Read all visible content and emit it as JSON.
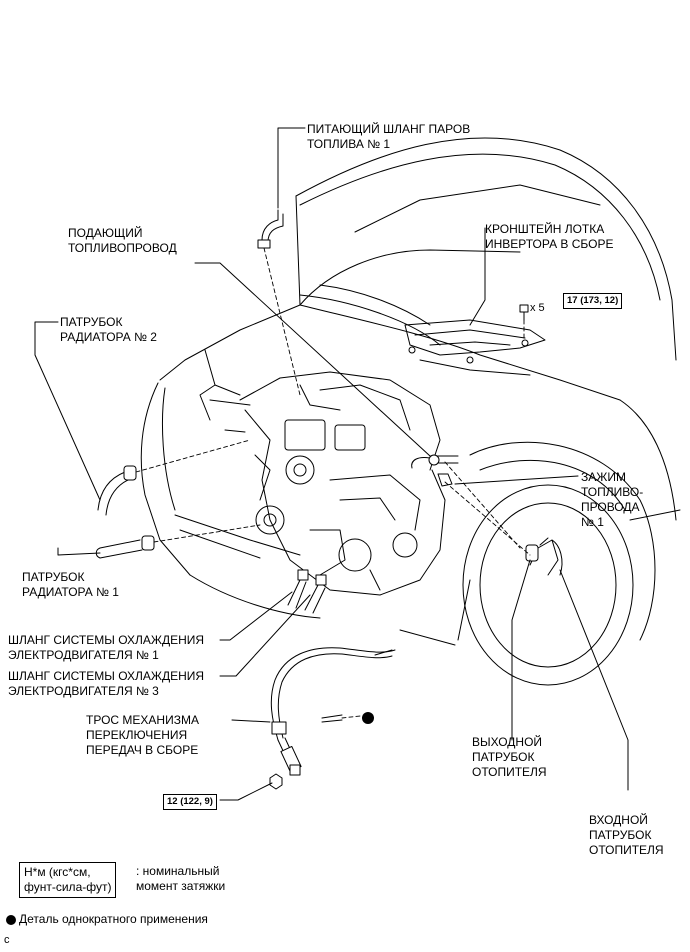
{
  "labels": {
    "fuel_vapor_hose": "ПИТАЮЩИЙ ШЛАНГ ПАРОВ\nТОПЛИВА № 1",
    "fuel_supply_pipe": "ПОДАЮЩИЙ\nТОПЛИВОПРОВОД",
    "inverter_bracket": "КРОНШТЕЙН ЛОТКА\nИНВЕРТОРА В СБОРЕ",
    "radiator_hose_2": "ПАТРУБОК\nРАДИАТОРА № 2",
    "fuel_pipe_clamp": "ЗАЖИМ\nТОПЛИВО-\nПРОВОДА\n№ 1",
    "radiator_hose_1": "ПАТРУБОК\nРАДИАТОРА № 1",
    "motor_cooling_hose_1": "ШЛАНГ СИСТЕМЫ ОХЛАЖДЕНИЯ\nЭЛЕКТРОДВИГАТЕЛЯ № 1",
    "motor_cooling_hose_3": "ШЛАНГ СИСТЕМЫ ОХЛАЖДЕНИЯ\nЭЛЕКТРОДВИГАТЕЛЯ № 3",
    "shift_cable": "ТРОС МЕХАНИЗМА\nПЕРЕКЛЮЧЕНИЯ\nПЕРЕДАЧ В СБОРЕ",
    "heater_outlet_hose": "ВЫХОДНОЙ\nПАТРУБОК\nОТОПИТЕЛЯ",
    "heater_inlet_hose": "ВХОДНОЙ\nПАТРУБОК\nОТОПИТЕЛЯ"
  },
  "torques": {
    "bracket_torque": "17 (173, 12)",
    "bracket_qty": "x 5",
    "cable_torque": "12 (122, 9)"
  },
  "legend": {
    "unit_box": "Н*м (кгс*см,\nфунт-сила-фут)",
    "unit_desc": ": номинальный\nмомент затяжки",
    "one_time_use": "Деталь однократного применения",
    "corner_code": "c"
  }
}
